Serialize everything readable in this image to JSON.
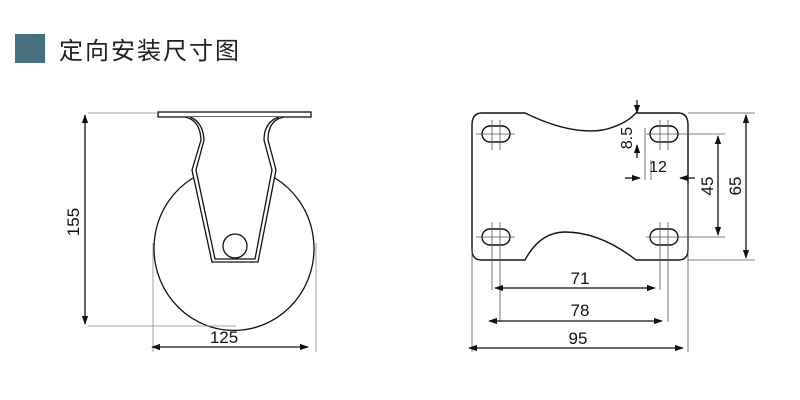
{
  "header": {
    "title": "定向安装尺寸图",
    "accent_color": "#466f80"
  },
  "side_view": {
    "height_label": "155",
    "wheel_diameter_label": "125"
  },
  "top_plate_view": {
    "hole_size_label": "8.5",
    "slot_length_label": "12",
    "hole_spacing_vertical_label": "45",
    "plate_width_label": "65",
    "hole_spacing_inner_label": "71",
    "hole_spacing_outer_label": "78",
    "plate_length_label": "95"
  },
  "colors": {
    "line": "#111111",
    "extension_line": "#777777"
  }
}
